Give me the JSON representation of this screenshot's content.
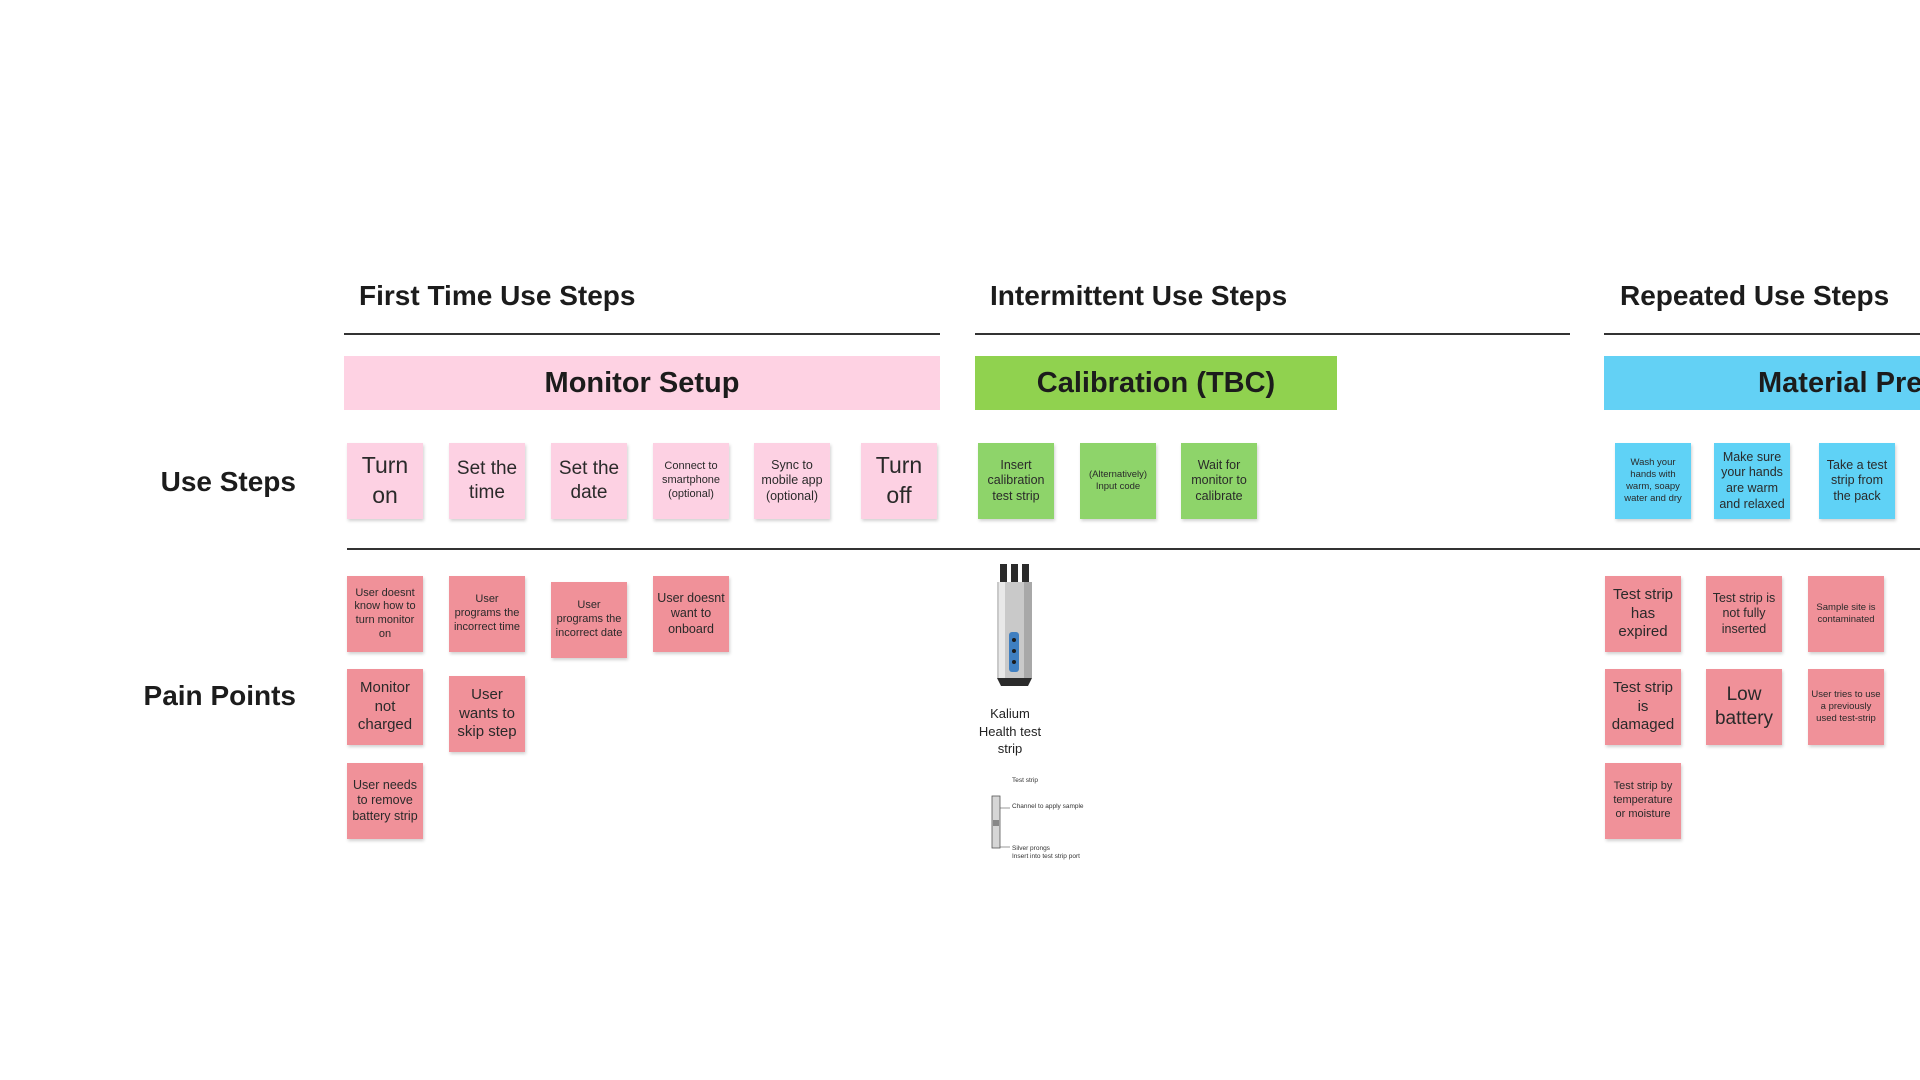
{
  "sections": {
    "first": "First Time Use Steps",
    "intermittent": "Intermittent Use Steps",
    "repeated": "Repeated Use Steps"
  },
  "phases": {
    "monitor_setup": "Monitor Setup",
    "calibration": "Calibration (TBC)",
    "material_prep": "Material Pre"
  },
  "row_labels": {
    "use_steps": "Use Steps",
    "pain_points": "Pain Points"
  },
  "use_steps": {
    "monitor_setup": [
      "Turn on",
      "Set the time",
      "Set the date",
      "Connect to smartphone (optional)",
      "Sync to mobile app (optional)",
      "Turn off"
    ],
    "calibration": [
      "Insert calibration test strip",
      "(Alternatively) Input code",
      "Wait for monitor to calibrate"
    ],
    "material_prep": [
      "Wash your hands with warm, soapy water and dry",
      "Make sure your hands are warm and relaxed",
      "Take a test strip from the pack"
    ]
  },
  "pain_points": {
    "first_time": [
      "User doesnt know how to turn monitor on",
      "User programs the incorrect time",
      "User programs the incorrect date",
      "User doesnt want to onboard",
      "Monitor not charged",
      "User wants to skip step",
      "User needs to remove battery strip"
    ],
    "repeated": [
      "Test strip has expired",
      "Test strip is not fully inserted",
      "Sample site is contaminated",
      "Test strip is damaged",
      "Low battery",
      "User tries to use a previously used test-strip",
      "Test strip by temperature or moisture"
    ]
  },
  "test_strip": {
    "caption": "Kalium Health test strip",
    "diagram_labels": [
      "Test strip",
      "Channel to apply sample",
      "Silver prongs",
      "Insert into test strip port"
    ]
  },
  "colors": {
    "monitor_setup_bar": "#fed2e3",
    "calibration_bar": "#90d24f",
    "material_prep_bar": "#63d1f5",
    "pink_note": "#fdd1e3",
    "green_note": "#8ed46a",
    "blue_note": "#5fd2f6",
    "pain_note": "#f09199"
  }
}
